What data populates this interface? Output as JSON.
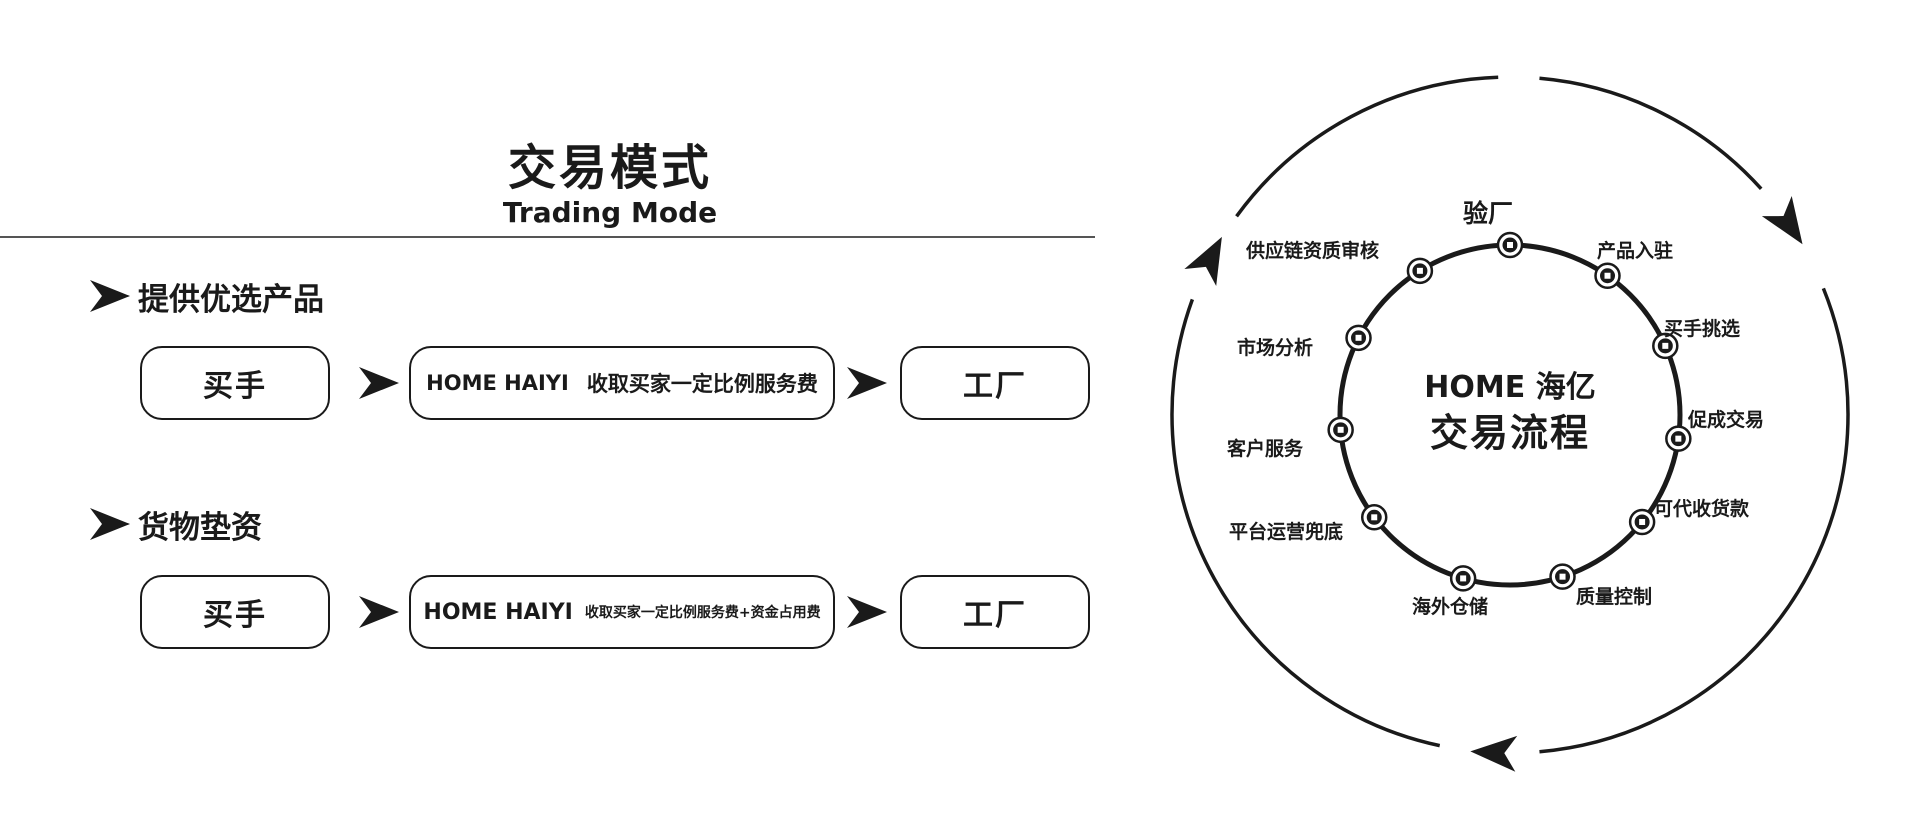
{
  "header": {
    "title_cn": "交易模式",
    "title_en": "Trading Mode"
  },
  "sections": [
    {
      "title": "提供优选产品",
      "flow": {
        "left": "买手",
        "middle_brand": "HOME HAIYI",
        "middle_desc": "收取买家一定比例服务费",
        "right": "工厂"
      }
    },
    {
      "title": "货物垫资",
      "flow": {
        "left": "买手",
        "middle_brand": "HOME HAIYI",
        "middle_desc": "收取买家一定比例服务费+资金占用费",
        "right": "工厂"
      }
    }
  ],
  "cycle": {
    "center_line1": "HOME 海亿",
    "center_line2": "交易流程",
    "steps": [
      {
        "label": "验厂",
        "icon": "document-icon"
      },
      {
        "label": "产品入驻",
        "icon": "box-icon"
      },
      {
        "label": "买手挑选",
        "icon": "user-select-icon"
      },
      {
        "label": "促成交易",
        "icon": "coin-icon"
      },
      {
        "label": "可代收货款",
        "icon": "money-bag-icon"
      },
      {
        "label": "质量控制",
        "icon": "magnifier-icon"
      },
      {
        "label": "海外仓储",
        "icon": "warehouse-grid-icon"
      },
      {
        "label": "平台运营兜底",
        "icon": "warning-icon"
      },
      {
        "label": "客户服务",
        "icon": "support-icon"
      },
      {
        "label": "市场分析",
        "icon": "pie-chart-icon"
      },
      {
        "label": "供应链资质审核",
        "icon": "network-icon"
      }
    ]
  }
}
